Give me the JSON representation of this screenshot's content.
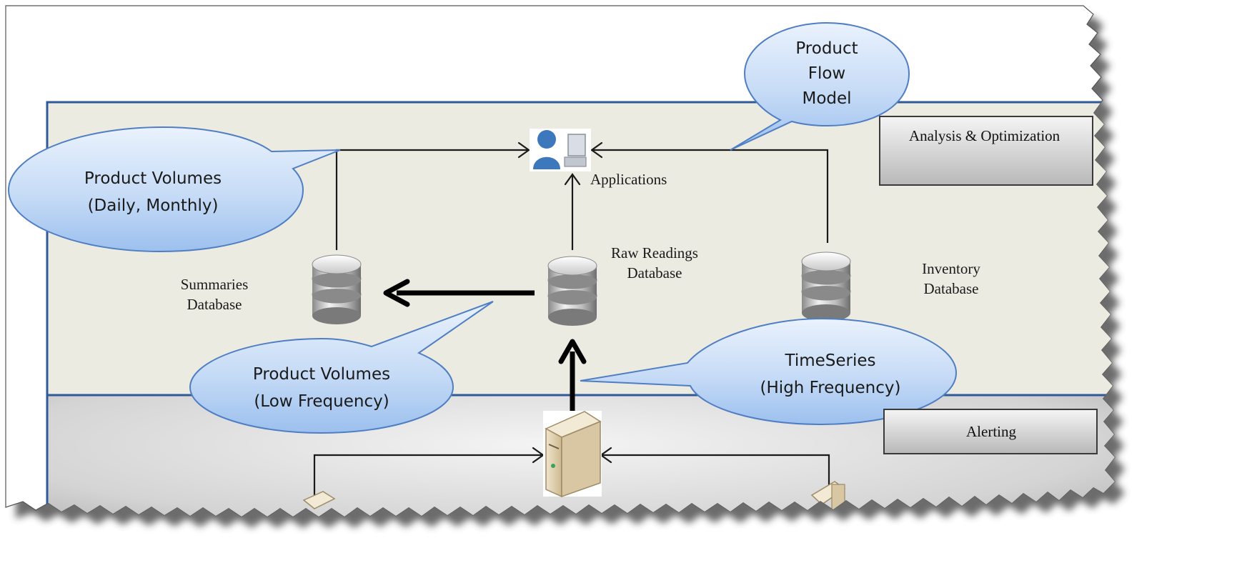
{
  "layers": {
    "analysis_label": "Analysis & Optimization",
    "alerting_label": "Alerting"
  },
  "nodes": {
    "applications": "Applications",
    "summaries_db": [
      "Summaries",
      "Database"
    ],
    "raw_db": [
      "Raw Readings",
      "Database"
    ],
    "inventory_db": [
      "Inventory",
      "Database"
    ]
  },
  "callouts": {
    "product_flow": [
      "Product",
      "Flow",
      "Model"
    ],
    "volumes_daily": [
      "Product Volumes",
      "(Daily, Monthly)"
    ],
    "volumes_low": [
      "Product Volumes",
      "(Low Frequency)"
    ],
    "timeseries": [
      "TimeSeries",
      "(High Frequency)"
    ]
  },
  "colors": {
    "analysis_layer": "#ecebe2",
    "layer_border": "#2f5a9a",
    "callout_fill": "#b8d3f3",
    "callout_stroke": "#4f7ec4"
  },
  "icons": [
    "user-icon",
    "computer-icon",
    "database-icon",
    "server-icon"
  ]
}
